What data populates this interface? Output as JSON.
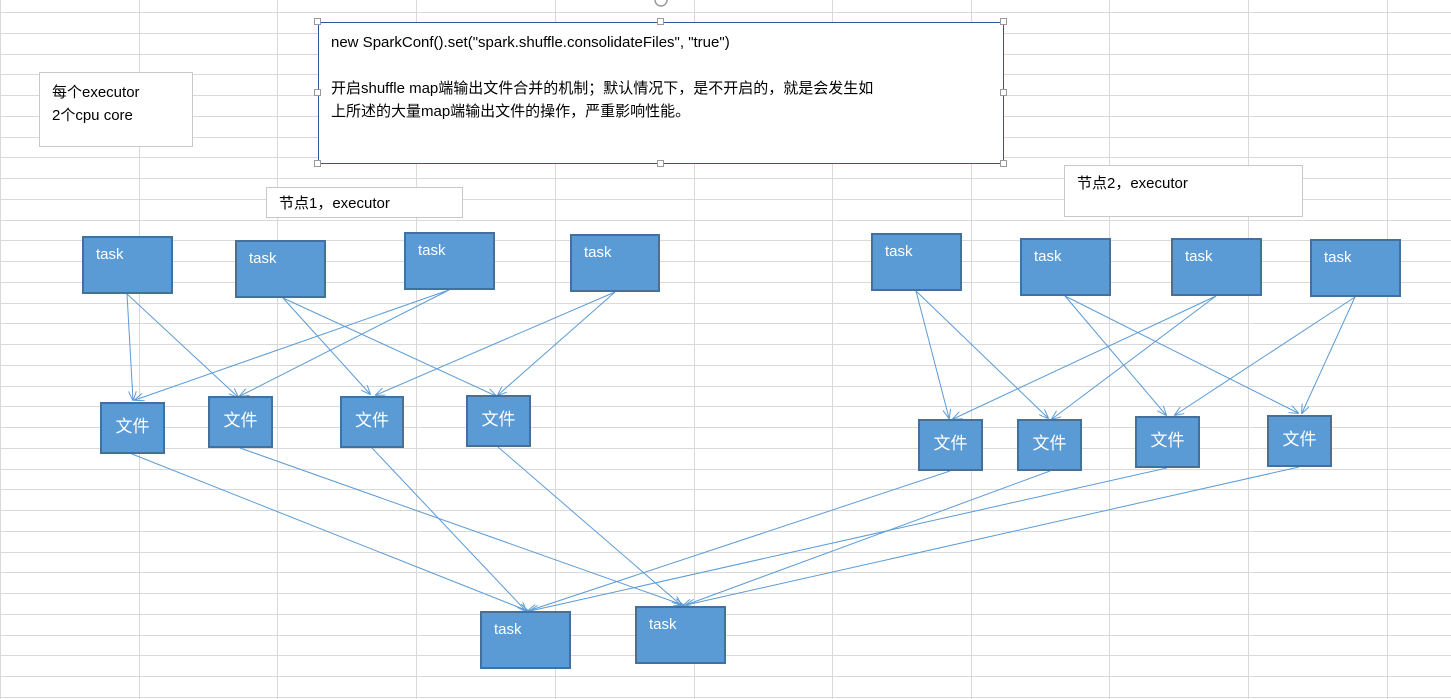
{
  "executor_note": {
    "line1": "每个executor",
    "line2": "2个cpu core"
  },
  "config_note": {
    "code": "new SparkConf().set(\"spark.shuffle.consolidateFiles\", \"true\")",
    "desc_line1": "开启shuffle map端输出文件合并的机制；默认情况下，是不开启的，就是会发生如",
    "desc_line2": "上所述的大量map端输出文件的操作，严重影响性能。"
  },
  "node1_label": "节点1，executor",
  "node2_label": "节点2，executor",
  "map_tasks": [
    "task",
    "task",
    "task",
    "task",
    "task",
    "task",
    "task",
    "task"
  ],
  "files": [
    "文件",
    "文件",
    "文件",
    "文件",
    "文件",
    "文件",
    "文件",
    "文件"
  ],
  "reduce_tasks": [
    "task",
    "task"
  ],
  "colors": {
    "box_fill": "#5b9bd5",
    "box_border": "#41719c",
    "arrow": "#5b9bd5",
    "grid": "#d9d9d9"
  }
}
